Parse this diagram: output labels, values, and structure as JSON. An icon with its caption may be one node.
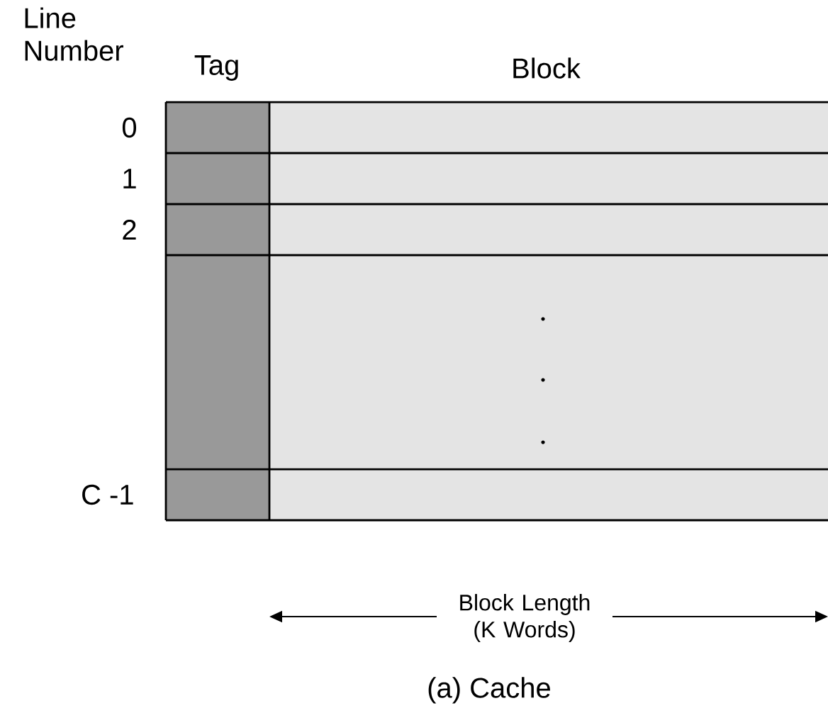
{
  "diagram": {
    "caption": "(a) Cache",
    "labels": [
      "Line Number",
      "Tag",
      "Block",
      "0",
      "1",
      "2",
      "C -1",
      "Block Length (K Words)"
    ]
  }
}
